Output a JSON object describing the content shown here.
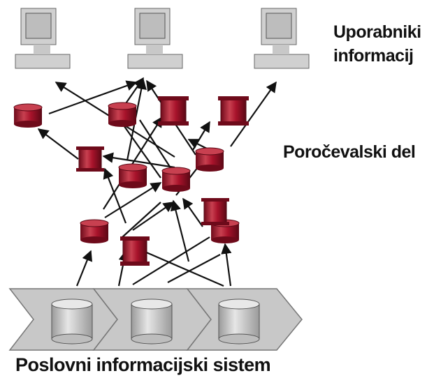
{
  "labels": {
    "users_line1": "Uporabniki",
    "users_line2": "informacij",
    "reporting": "Poročevalski del",
    "system": "Poslovni informacijski sistem"
  },
  "icons": {
    "computers": [
      "computer-icon",
      "computer-icon",
      "computer-icon"
    ],
    "reporting_items": [
      "database-cylinder-icon",
      "report-scroll-icon"
    ],
    "system_items": [
      "database-cylinder-icon",
      "database-cylinder-icon",
      "database-cylinder-icon"
    ]
  },
  "colors": {
    "element_fill": "#a8132b",
    "element_dark": "#6e0a1a",
    "element_highlight": "#c84050",
    "arrow_banner": "#c8c8c8",
    "computer_gray": "#d0d0d0",
    "text": "#111111"
  }
}
